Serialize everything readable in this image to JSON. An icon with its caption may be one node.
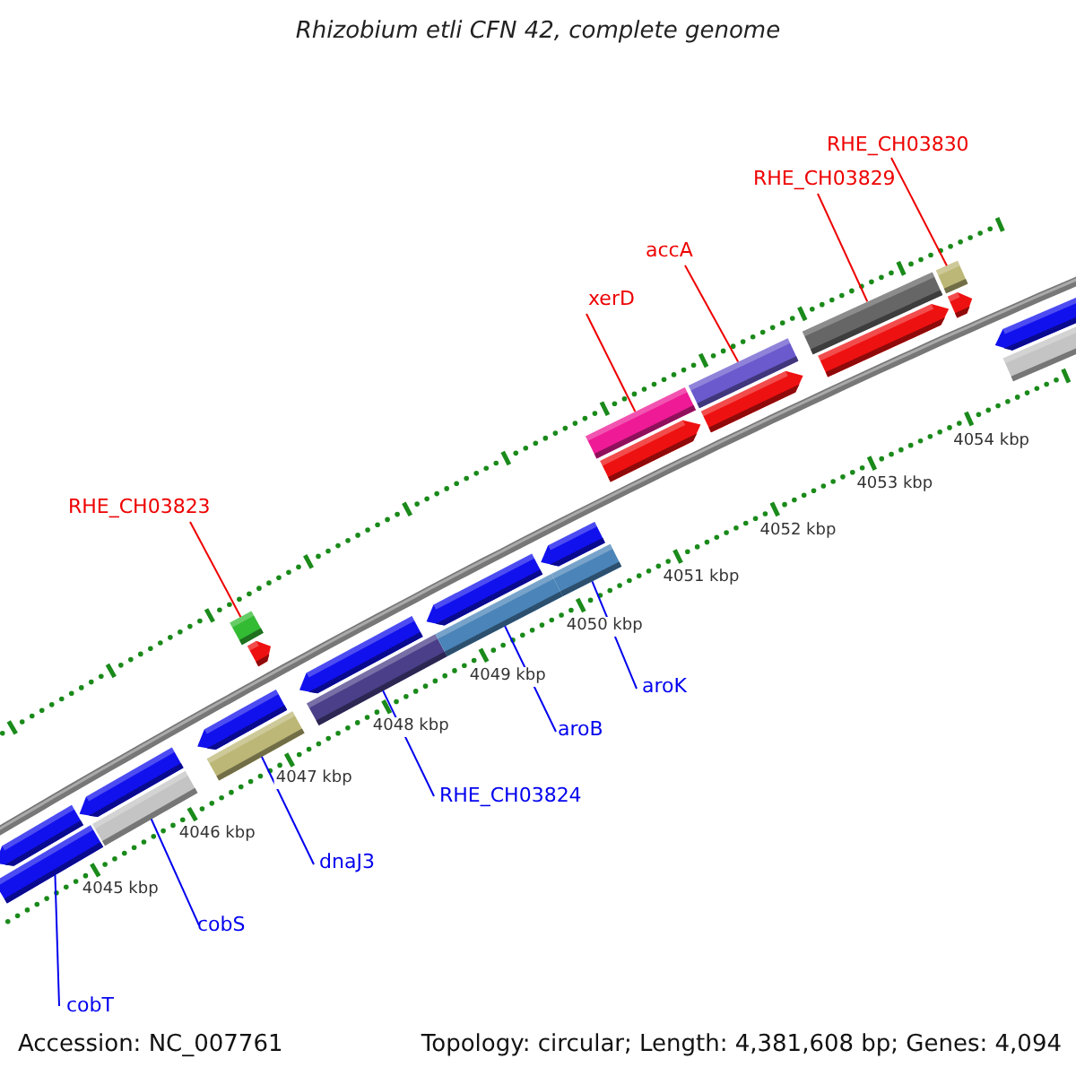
{
  "diagram": {
    "title": "Rhizobium etli CFN 42, complete genome",
    "nodes": [
      {
        "text": [
          "RHE_CH03830"
        ]
      },
      {
        "text": [
          "RHE_CH03829"
        ]
      },
      {
        "text": [
          "accA"
        ]
      },
      {
        "text": [
          "xerD"
        ]
      },
      {
        "text": [
          "RHE_CH03823"
        ]
      },
      {
        "text": [
          "aroK"
        ]
      },
      {
        "text": [
          "aroB"
        ]
      },
      {
        "text": [
          "RHE_CH03824"
        ]
      },
      {
        "text": [
          "dnaJ3"
        ]
      },
      {
        "text": [
          "cobS"
        ]
      },
      {
        "text": [
          "cobT"
        ]
      },
      {
        "text": [],
        "shape": "bar"
      },
      {
        "text": [],
        "shape": "arrow"
      },
      {
        "text": [],
        "shape": "arrow"
      },
      {
        "text": [],
        "shape": "bar"
      },
      {
        "text": [],
        "shape": "arrow"
      },
      {
        "text": [],
        "shape": "bar"
      },
      {
        "text": [],
        "shape": "bar"
      },
      {
        "text": [],
        "shape": "arrow"
      },
      {
        "text": [],
        "shape": "arrow"
      },
      {
        "text": [],
        "shape": "bar"
      },
      {
        "text": [],
        "shape": "arrow"
      },
      {
        "text": [],
        "shape": "bar"
      },
      {
        "text": [],
        "shape": "arrow"
      },
      {
        "text": [],
        "shape": "bar"
      },
      {
        "text": [],
        "shape": "bar"
      },
      {
        "text": [],
        "shape": "arrow"
      },
      {
        "text": [],
        "shape": "bar"
      },
      {
        "text": [],
        "shape": "arrow"
      },
      {
        "text": [],
        "shape": "bar"
      },
      {
        "text": [],
        "shape": "arrow"
      },
      {
        "text": [],
        "shape": "bar"
      },
      {
        "text": [],
        "shape": "arrow"
      },
      {
        "text": [],
        "shape": "arrow"
      },
      {
        "text": [],
        "shape": "bar"
      }
    ],
    "edges": [
      {
        "from": 0,
        "to": 31,
        "arrow": "none",
        "color": "#ee0000"
      },
      {
        "from": 1,
        "to": 29,
        "arrow": "none",
        "color": "#ee0000"
      },
      {
        "from": 2,
        "to": 27,
        "arrow": "none",
        "color": "#ee0000"
      },
      {
        "from": 3,
        "to": 25,
        "arrow": "none",
        "color": "#ee0000"
      },
      {
        "from": 4,
        "to": 17,
        "arrow": "none",
        "color": "#ee0000"
      },
      {
        "from": 5,
        "to": 24,
        "arrow": "none"
      },
      {
        "from": 6,
        "to": 22,
        "arrow": "none"
      },
      {
        "from": 7,
        "to": 20,
        "arrow": "none"
      },
      {
        "from": 8,
        "to": 16,
        "arrow": "none"
      },
      {
        "from": 9,
        "to": 14,
        "arrow": "none"
      },
      {
        "from": 10,
        "to": 11,
        "arrow": "none"
      }
    ],
    "labels": [
      "4054 kbp",
      "4053 kbp",
      "4052 kbp",
      "4051 kbp",
      "4050 kbp",
      "4049 kbp",
      "4048 kbp",
      "4047 kbp",
      "4046 kbp",
      "4045 kbp",
      "Accession: NC_007761",
      "Topology: circular; Length: 4,381,608 bp; Genes: 4,094"
    ]
  }
}
